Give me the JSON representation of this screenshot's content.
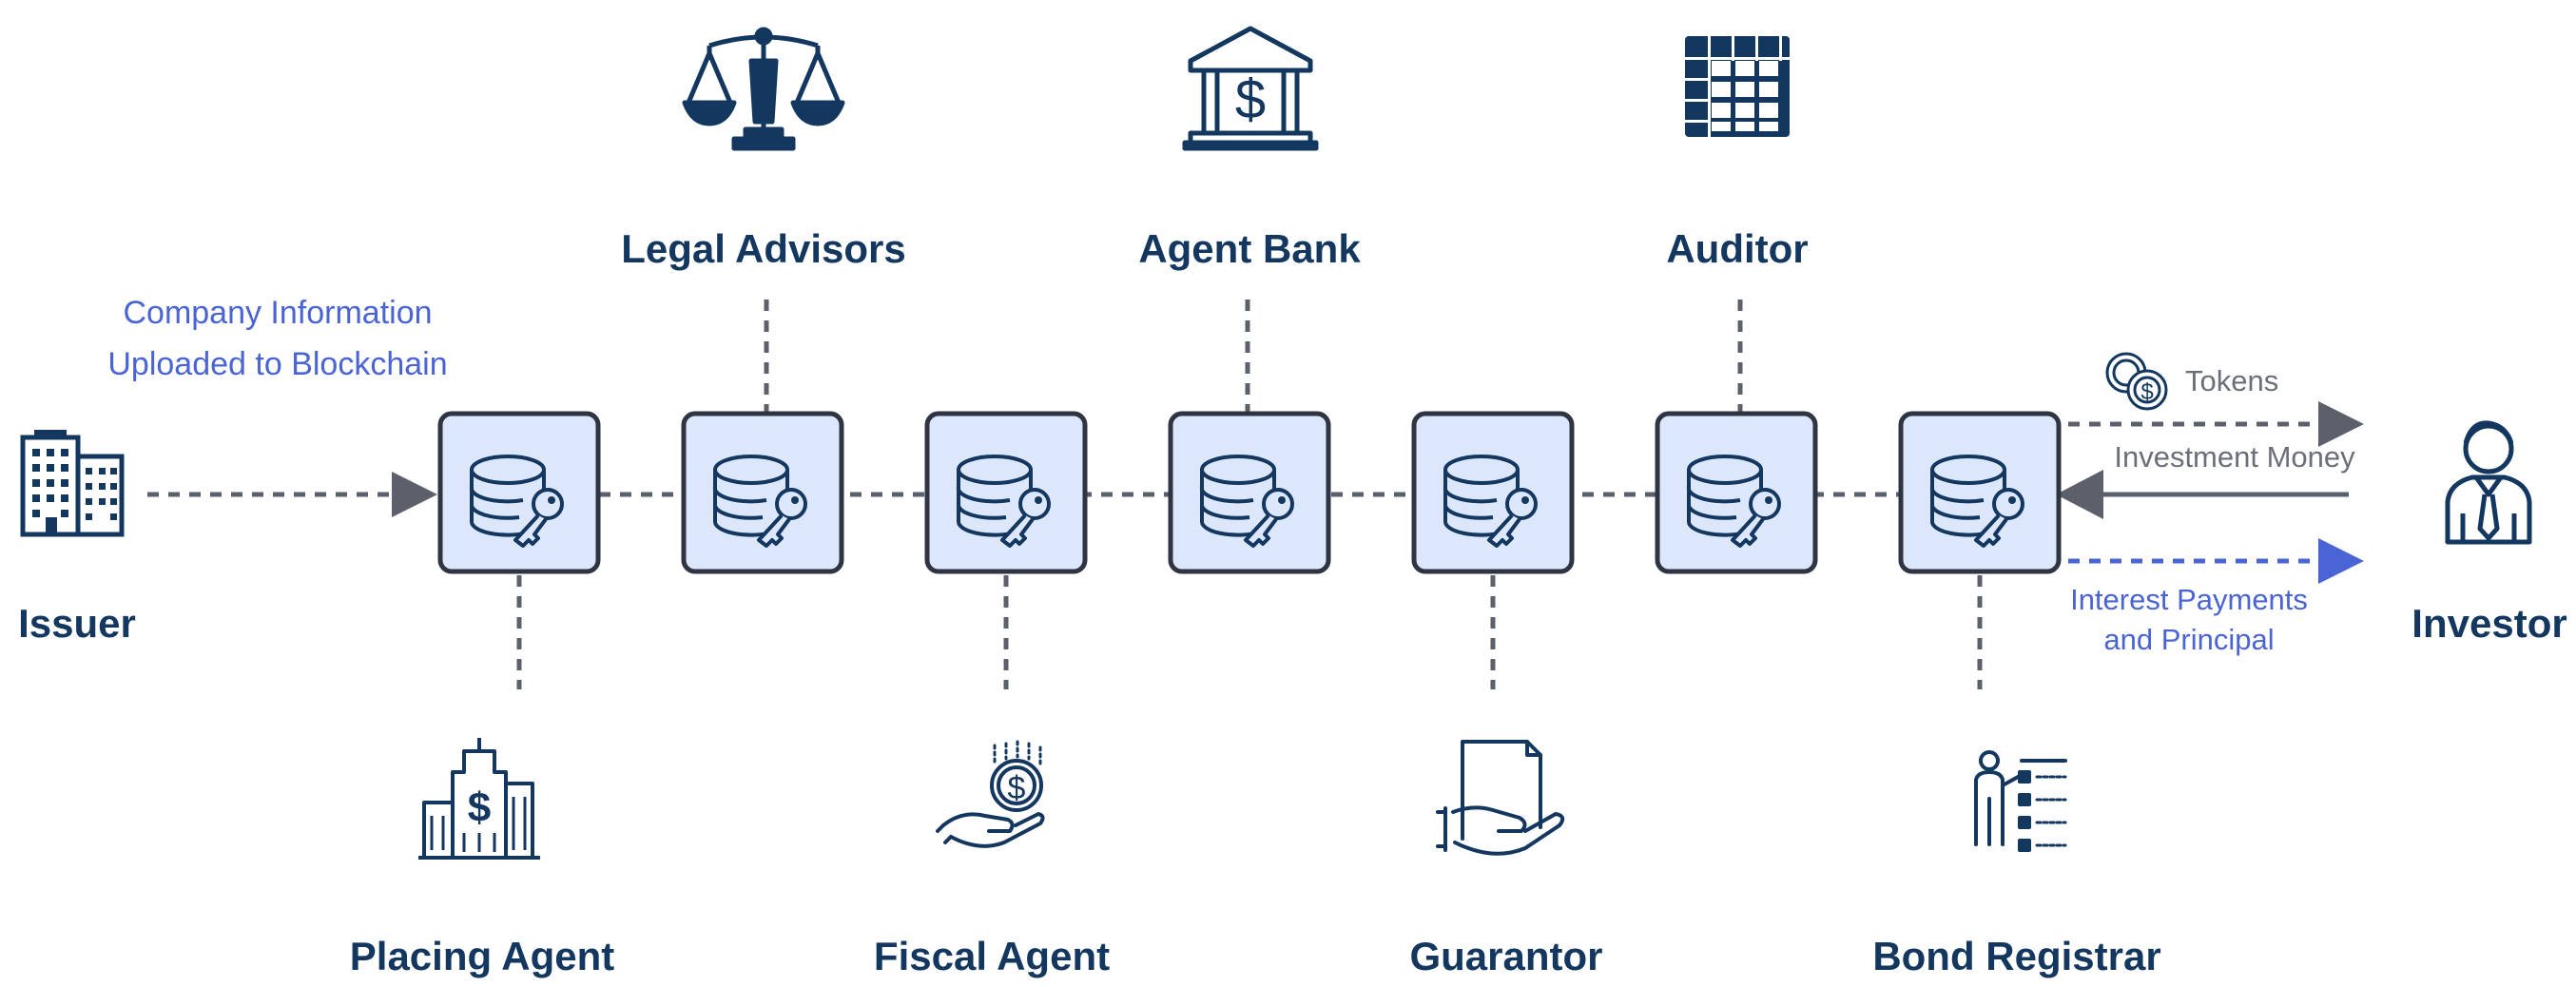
{
  "colors": {
    "navy": "#13375f",
    "node_fill": "#dce7fb",
    "node_stroke": "#2f3442",
    "connector": "#5c606b",
    "accent_blue": "#4a64d6",
    "grey_text": "#6b6f7a"
  },
  "issuer": {
    "label": "Issuer",
    "icon": "office-building-icon"
  },
  "investor": {
    "label": "Investor",
    "icon": "businessman-icon"
  },
  "blockchain_note": {
    "line1": "Company Information",
    "line2": "Uploaded to Blockchain"
  },
  "blockchain_nodes": [
    {
      "icon": "database-key-icon"
    },
    {
      "icon": "database-key-icon"
    },
    {
      "icon": "database-key-icon"
    },
    {
      "icon": "database-key-icon"
    },
    {
      "icon": "database-key-icon"
    },
    {
      "icon": "database-key-icon"
    },
    {
      "icon": "database-key-icon"
    }
  ],
  "top_participants": [
    {
      "label": "Legal Advisors",
      "icon": "scales-of-justice-icon"
    },
    {
      "label": "Agent Bank",
      "icon": "bank-dollar-icon"
    },
    {
      "label": "Auditor",
      "icon": "grid-spreadsheet-icon"
    }
  ],
  "bottom_participants": [
    {
      "label": "Placing Agent",
      "icon": "buildings-dollar-icon"
    },
    {
      "label": "Fiscal Agent",
      "icon": "hand-coin-icon"
    },
    {
      "label": "Guarantor",
      "icon": "hand-document-icon"
    },
    {
      "label": "Bond Registrar",
      "icon": "presenter-list-icon"
    }
  ],
  "flows": {
    "tokens": {
      "label": "Tokens",
      "icon": "coins-icon"
    },
    "investment_money": {
      "label": "Investment Money"
    },
    "interest": {
      "line1": "Interest Payments",
      "line2": "and Principal"
    }
  }
}
